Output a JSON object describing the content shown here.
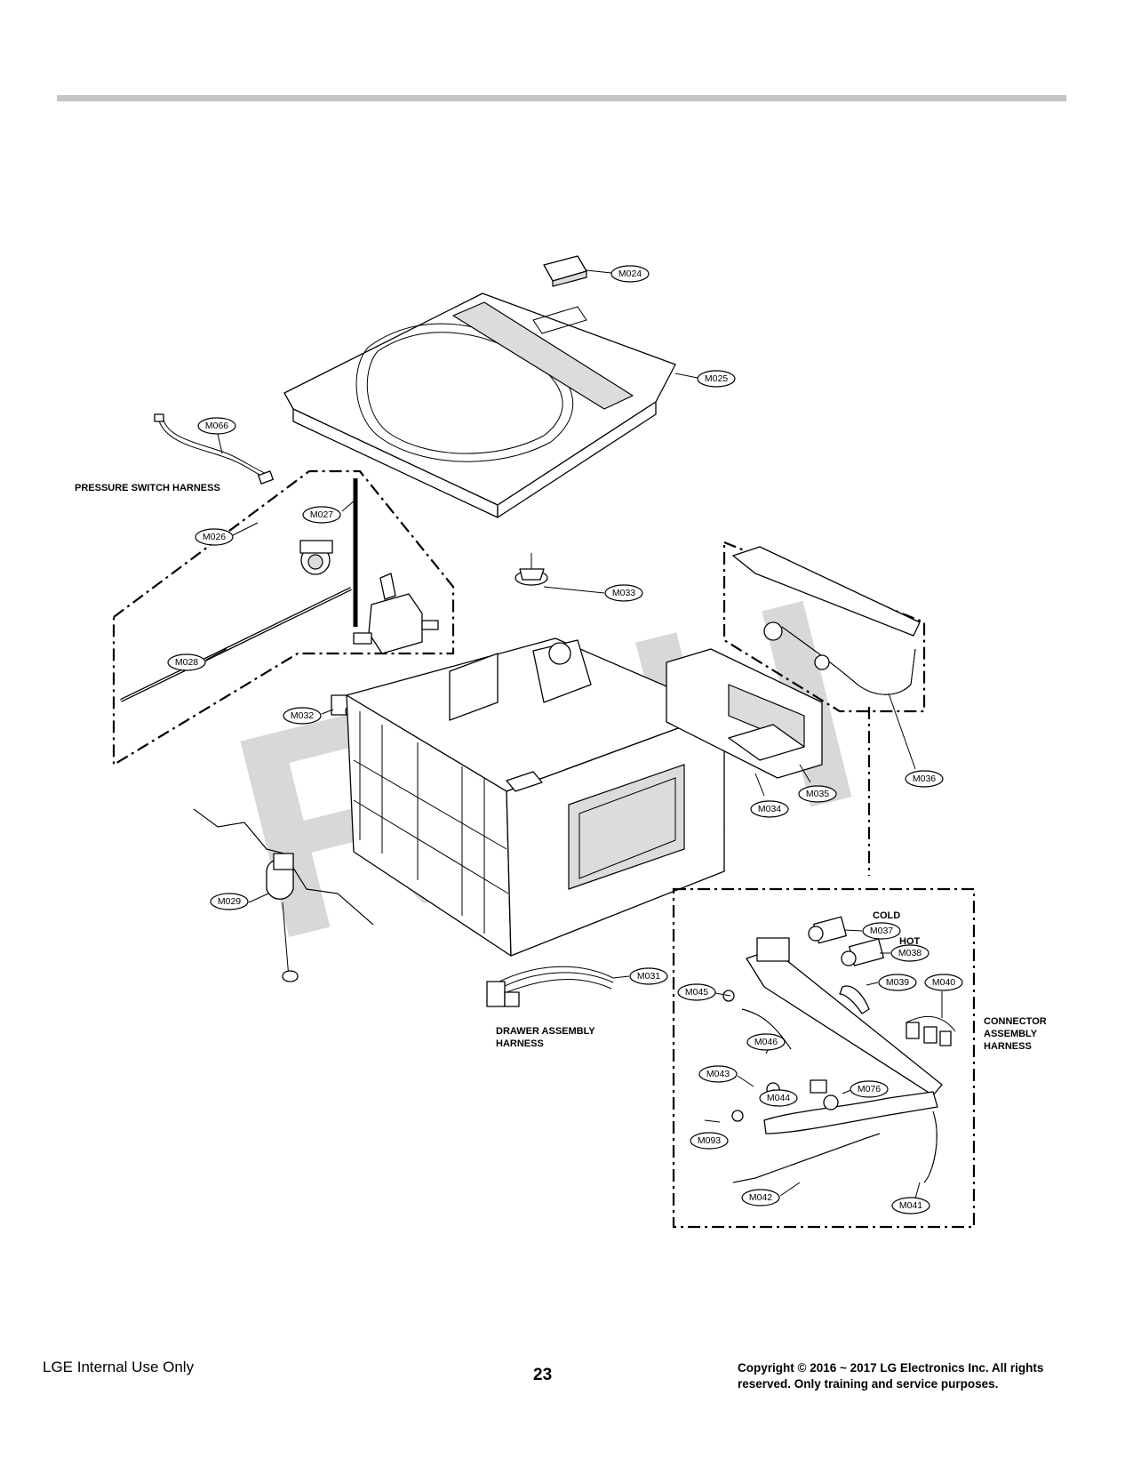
{
  "watermark": "RPH",
  "callouts": [
    "M024",
    "M025",
    "M066",
    "M026",
    "M027",
    "M028",
    "M032",
    "M033",
    "M034",
    "M035",
    "M036",
    "M029",
    "M031",
    "M037",
    "M038",
    "M039",
    "M040",
    "M045",
    "M046",
    "M043",
    "M044",
    "M076",
    "M093",
    "M042",
    "M041"
  ],
  "labels": {
    "pressure_switch_harness": "PRESSURE SWITCH HARNESS",
    "drawer_assembly_harness": [
      "DRAWER ASSEMBLY",
      "HARNESS"
    ],
    "connector_assembly_harness": [
      "CONNECTOR",
      "ASSEMBLY",
      "HARNESS"
    ],
    "cold": "COLD",
    "hot": "HOT"
  },
  "footer": {
    "left": "LGE Internal Use Only",
    "page_number": "23",
    "copyright_line1": "Copyright © 2016 ~ 2017 LG Electronics Inc. All rights",
    "copyright_line2": "reserved. Only training and service purposes."
  }
}
